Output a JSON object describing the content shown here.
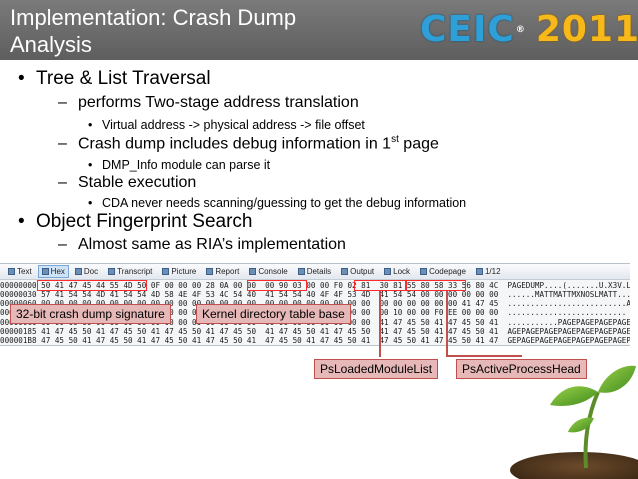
{
  "header": {
    "title_line1": "Implementation: Crash Dump",
    "title_line2": "Analysis",
    "logo_word1": "CEIC",
    "logo_reg": "®",
    "logo_word2": "2011"
  },
  "bullets": {
    "b1": "Tree & List Traversal",
    "b1_s1": "performs Two-stage address translation",
    "b1_s1_i1": "Virtual address -> physical address -> file offset",
    "b1_s2_pre": "Crash dump includes debug information in 1",
    "b1_s2_sup": "st",
    "b1_s2_post": " page",
    "b1_s2_i1": "DMP_Info module can parse it",
    "b1_s3": "Stable execution",
    "b1_s3_i1": "CDA never needs scanning/guessing to get the debug information",
    "b2": "Object Fingerprint Search",
    "b2_s1": "Almost same as RIA’s implementation"
  },
  "viewer": {
    "toolbar": [
      "Text",
      "Hex",
      "Doc",
      "Transcript",
      "Picture",
      "Report",
      "Console",
      "Details",
      "Output",
      "Lock",
      "Codepage",
      "1/12"
    ],
    "lines": [
      "00000000 50 41 47 45 44 55 4D 50 0F 00 00 00 28 0A 00 00  00 90 03 00 00 F0 02 81  30 81 55 80 58 33 56 80 4C  PAGEDUMP....(.......U.X3V.L",
      "00000030 57 41 54 54 4D 41 54 54 4D 58 4E 4F 53 4C 54 40  41 54 54 40 4F 4F 53 4D  41 54 54 00 00 00 00 00 00  ......MATTMATTMXNOSLMATT......",
      "00000060 00 00 00 00 00 00 00 00 00 00 00 00 00 00 00 00  00 00 00 00 00 00 00 00  00 00 00 00 00 00 41 47 45  ..........................AGE",
      "00000090 00 00 00 00 00 00 00 00 00 00 00 00 00 00 00 00  00 00 00 00 00 00 00 00  00 10 00 00 F0 EE 00 00 00  ..........................",
      "000000C0 00 00 00 00 00 00 00 00 00 00 00 00 00 00 00 00  00 00 00 00 00 00 00 00  41 47 45 50 41 47 45 50 41  ...........PAGEPAGEPAGEPAGEP",
      "00000185 41 47 45 50 41 47 45 50 41 47 45 50 41 47 45 50  41 47 45 50 41 47 45 50  41 47 45 50 41 47 45 50 41  AGEPAGEPAGEPAGEPAGEPAGEPAGEPA",
      "000001B8 47 45 50 41 47 45 50 41 47 45 50 41 47 45 50 41  47 45 50 41 47 45 50 41  47 45 50 41 47 45 50 41 47  GEPAGEPAGEPAGEPAGEPAGEPAGEPAG"
    ]
  },
  "callouts": {
    "c1": "32-bit crash dump signature",
    "c2": "Kernel directory table base",
    "c3": "PsLoadedModuleList",
    "c4": "PsActiveProcessHead"
  },
  "colors": {
    "header_bg": "#6b6b6b",
    "callout_fill": "#e6b8b7",
    "callout_border": "#c0504d",
    "highlight_box": "#ff2a2a",
    "logo_blue": "#2f9fd8",
    "logo_gold": "#f7b81a"
  }
}
